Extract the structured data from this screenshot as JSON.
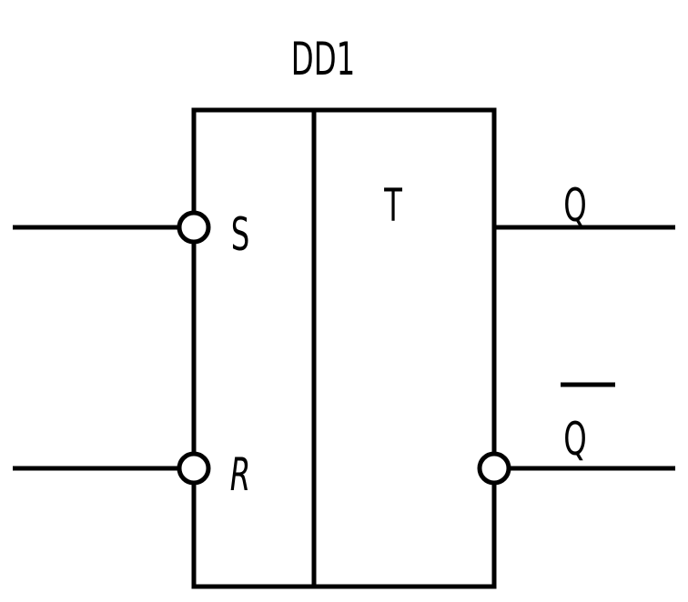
{
  "component": {
    "designator": "DD1",
    "function_label": "T"
  },
  "inputs": [
    {
      "label": "S",
      "inverted": true
    },
    {
      "label": "R",
      "inverted": true
    }
  ],
  "outputs": [
    {
      "label": "Q",
      "inverted": false,
      "overline": false
    },
    {
      "label": "Q",
      "inverted": true,
      "overline": true
    }
  ],
  "colors": {
    "line": "#000000",
    "background": "#ffffff"
  }
}
